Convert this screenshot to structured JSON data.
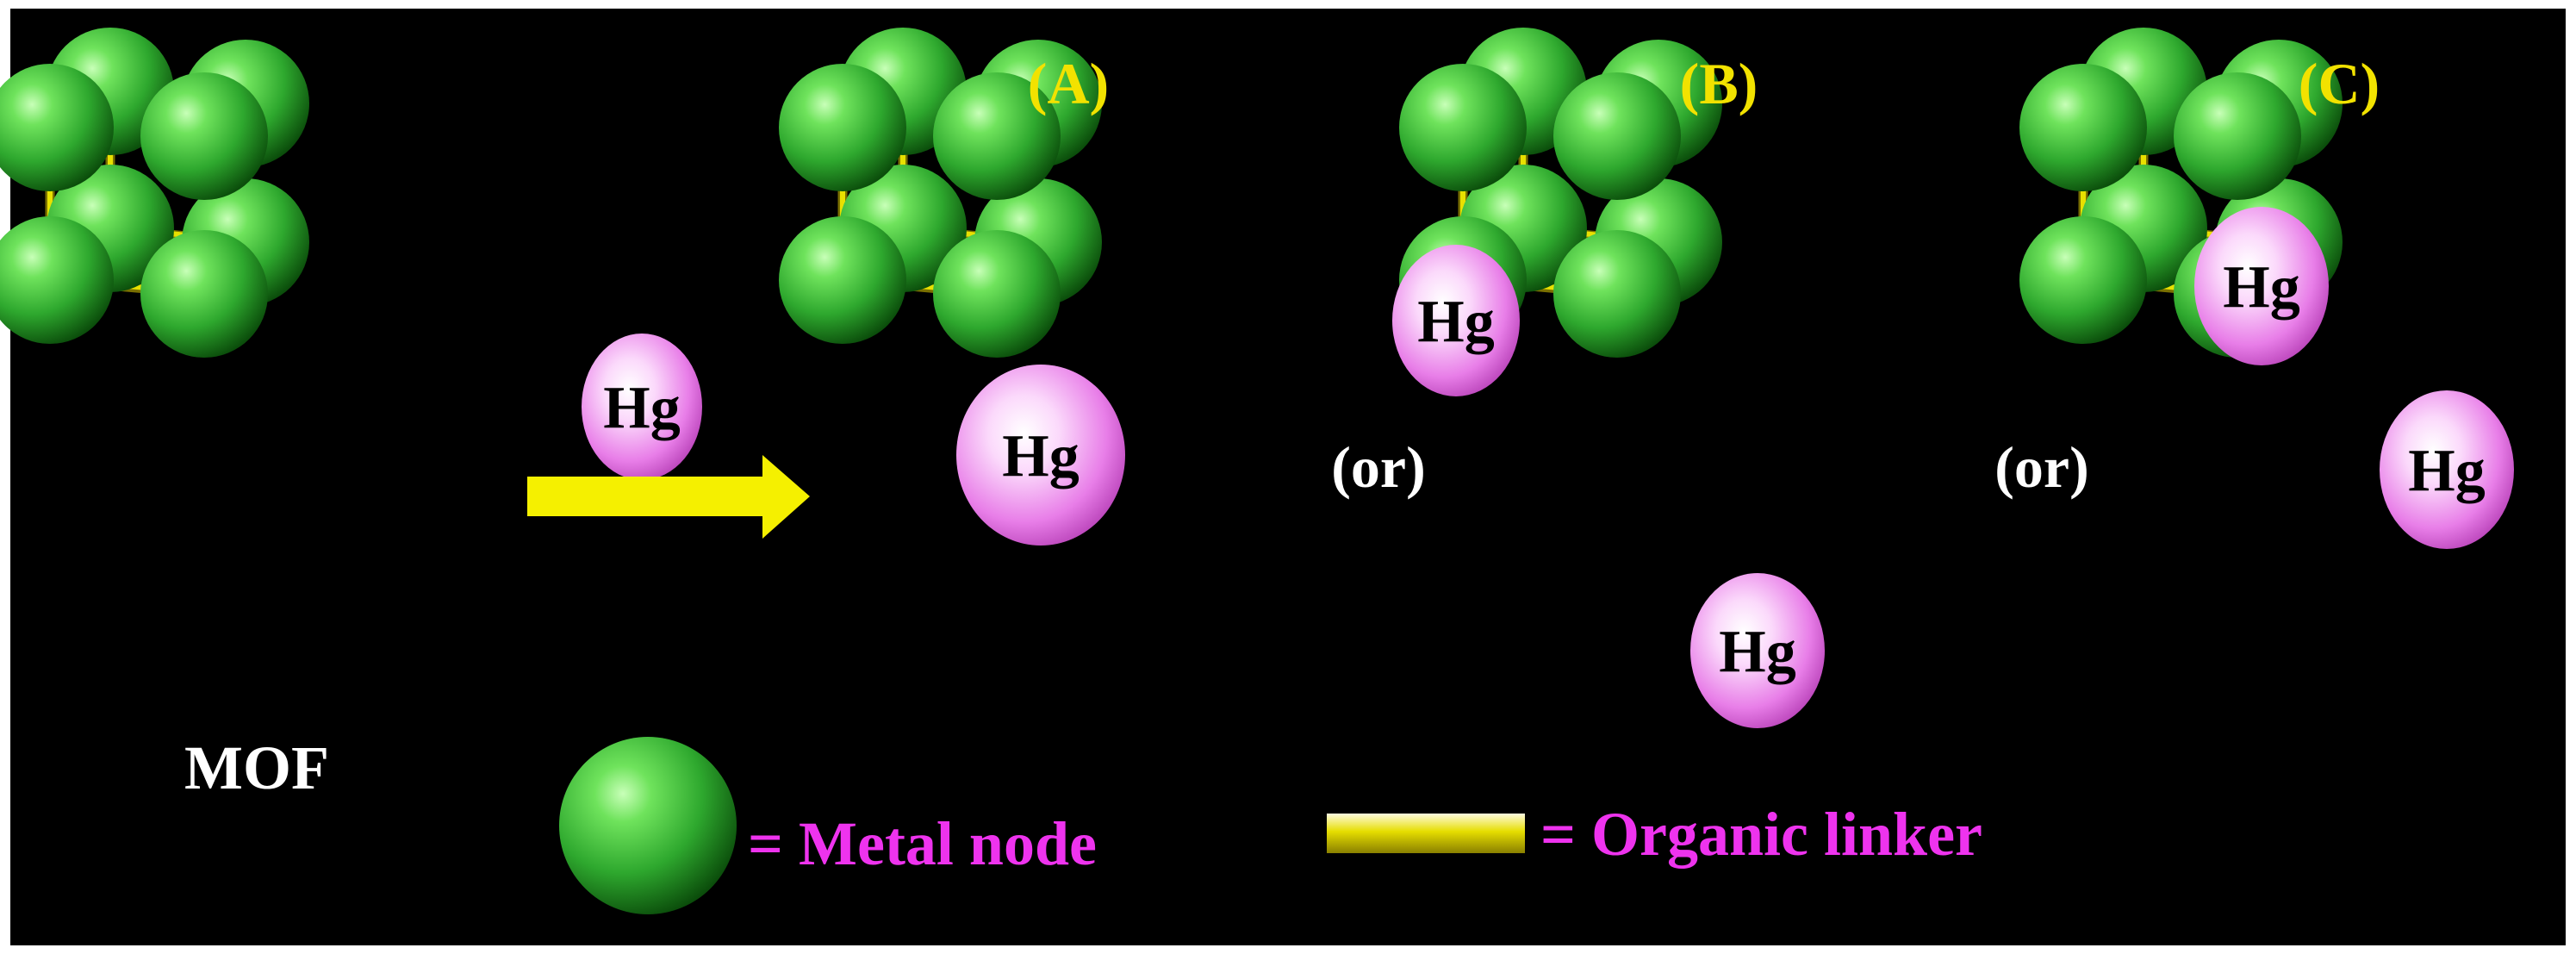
{
  "labels": {
    "mof": "MOF",
    "or": "(or)",
    "panel_a": "(A)",
    "panel_b": "(B)",
    "panel_c": "(C)",
    "hg": "Hg"
  },
  "legend": {
    "metal_node": "= Metal node",
    "organic_linker": "= Organic linker"
  },
  "colors": {
    "background": "#000000",
    "frame": "#ffffff",
    "metal_node": "#33c033",
    "linker": "#e8e000",
    "mercury": "#e877e8",
    "arrow": "#f5f000",
    "panel_label": "#f2e200",
    "legend_text": "#ee33ee",
    "white_text": "#ffffff"
  }
}
